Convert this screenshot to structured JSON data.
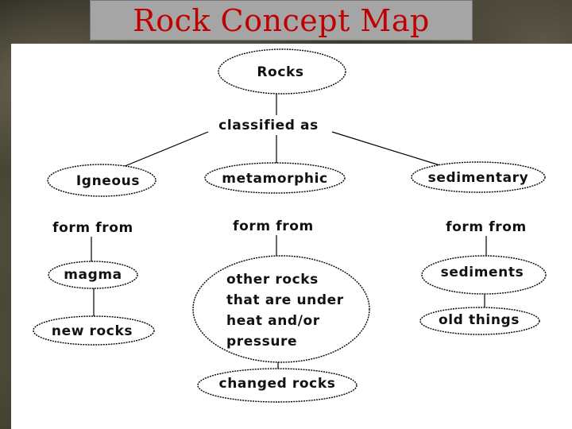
{
  "title": "Rock Concept Map",
  "nodes": {
    "rocks": "Rocks",
    "igneous": "Igneous",
    "metamorphic": "metamorphic",
    "sedimentary": "sedimentary",
    "magma": "magma",
    "new_rocks": "new rocks",
    "other_rocks": [
      "other rocks",
      "that are under",
      "heat and/or",
      "pressure"
    ],
    "changed_rocks": "changed rocks",
    "sediments": "sediments",
    "old_things": "old things"
  },
  "links": {
    "classified_as": "classified as",
    "form_from_igneous": "form from",
    "form_from_metamorphic": "form from",
    "form_from_sedimentary": "form from"
  }
}
